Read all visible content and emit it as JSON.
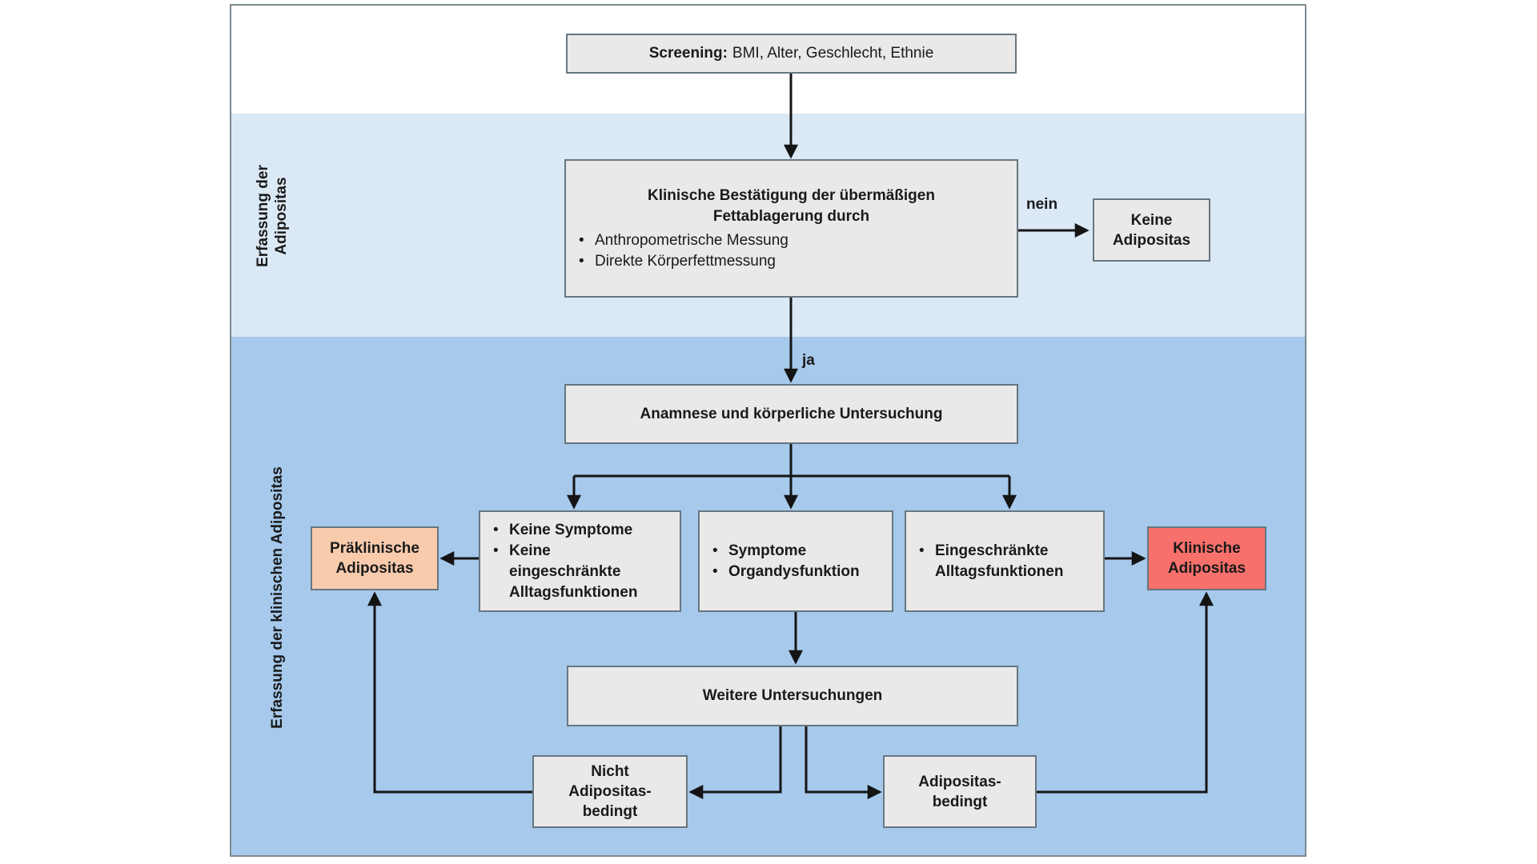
{
  "bands": {
    "adiposity": {
      "line1": "Erfassung der",
      "line2": "Adipositas"
    },
    "clinical": {
      "label": "Erfassung der klinischen Adipositas"
    }
  },
  "edge_labels": {
    "yes": "ja",
    "no": "nein"
  },
  "nodes": {
    "screening": {
      "lead": "Screening:",
      "rest": "BMI, Alter, Geschlecht, Ethnie"
    },
    "confirmation": {
      "title1": "Klinische Bestätigung der übermäßigen",
      "title2": "Fettablagerung durch",
      "bullets": [
        "Anthropometrische Messung",
        "Direkte Körperfettmessung"
      ]
    },
    "no_adiposity": {
      "line1": "Keine",
      "line2": "Adipositas"
    },
    "anamnesis": {
      "label": "Anamnese und körperliche Untersuchung"
    },
    "no_symptoms": {
      "bullets": [
        "Keine Symptome",
        "Keine eingeschränkte Alltagsfunktionen"
      ]
    },
    "symptoms": {
      "bullets": [
        "Symptome",
        "Organdysfunktion"
      ]
    },
    "restricted": {
      "bullets": [
        "Eingeschränkte Alltagsfunktionen"
      ]
    },
    "preclinical": {
      "line1": "Präklinische",
      "line2": "Adipositas"
    },
    "clinical": {
      "line1": "Klinische",
      "line2": "Adipositas"
    },
    "further": {
      "label": "Weitere Untersuchungen"
    },
    "not_obesity_related": {
      "line1": "Nicht",
      "line2": "Adipositas-",
      "line3": "bedingt"
    },
    "obesity_related": {
      "line1": "Adipositas-",
      "line2": "bedingt"
    }
  },
  "colors": {
    "band_light": "#dbe9f6",
    "band_dark": "#a6c9ec",
    "box_fill": "#e9e9e9",
    "box_border": "#68767f",
    "preclinical_fill": "#f8cbad",
    "clinical_fill": "#f7706b",
    "arrow": "#141414"
  }
}
